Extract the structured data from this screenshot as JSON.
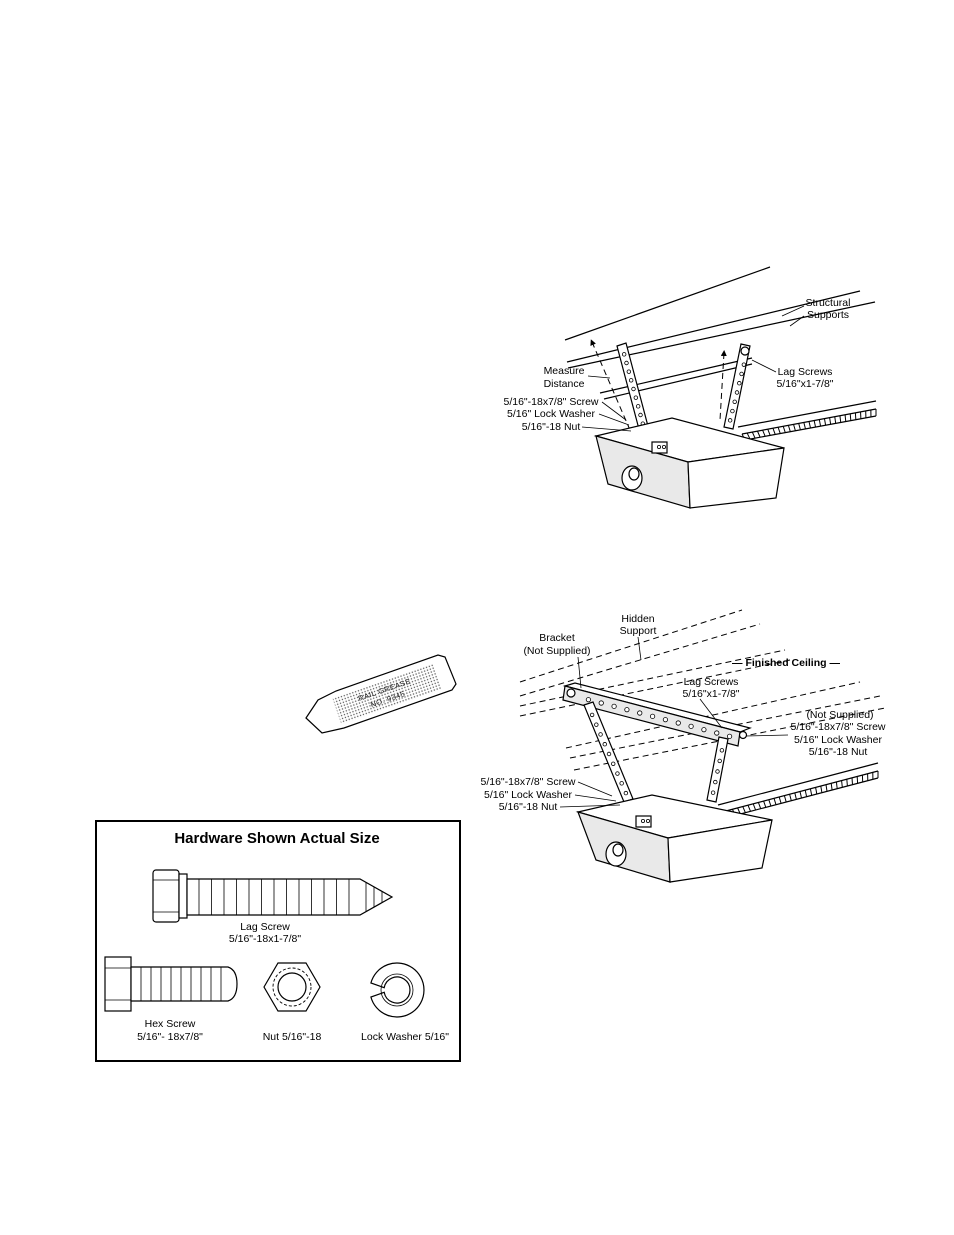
{
  "top_diagram": {
    "structural_supports": [
      "Structural",
      "Supports"
    ],
    "measure_distance": [
      "Measure",
      "Distance"
    ],
    "lag_screws": [
      "Lag Screws",
      "5/16\"x1-7/8\""
    ],
    "screw": "5/16\"-18x7/8\" Screw",
    "lock_washer": "5/16\" Lock Washer",
    "nut": "5/16\"-18 Nut"
  },
  "grease_packet": {
    "line1": "RAIL GREASE",
    "line2": "NO. 9345"
  },
  "bottom_diagram": {
    "hidden_support": [
      "Hidden",
      "Support"
    ],
    "bracket": [
      "Bracket",
      "(Not Supplied)"
    ],
    "finished_ceiling": "— Finished Ceiling —",
    "lag_screws": [
      "Lag Screws",
      "5/16\"x1-7/8\""
    ],
    "right_hardware": [
      "(Not Supplied)",
      "5/16\"-18x7/8\" Screw",
      "5/16\" Lock Washer",
      "5/16\"-18 Nut"
    ],
    "left_hardware": [
      "5/16\"-18x7/8\" Screw",
      "5/16\" Lock Washer",
      "5/16\"-18 Nut"
    ]
  },
  "hardware_box": {
    "title": "Hardware Shown Actual Size",
    "lag_screw": {
      "name": "Lag Screw",
      "size": "5/16\"-18x1-7/8\""
    },
    "hex_screw": {
      "name": "Hex Screw",
      "size": "5/16\"- 18x7/8\""
    },
    "nut": "Nut 5/16\"-18",
    "lock_washer": "Lock Washer 5/16\""
  }
}
